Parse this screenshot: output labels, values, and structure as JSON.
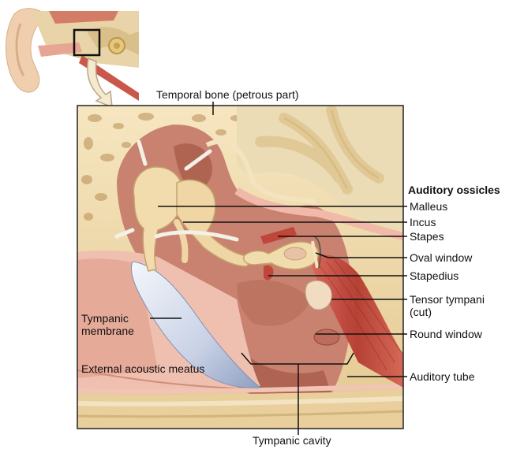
{
  "figure": {
    "labels": {
      "temporal_bone": "Temporal bone (petrous part)",
      "auditory_ossicles": "Auditory ossicles",
      "malleus": "Malleus",
      "incus": "Incus",
      "stapes": "Stapes",
      "oval_window": "Oval window",
      "stapedius": "Stapedius",
      "tensor_tympani": "Tensor tympani",
      "tensor_tympani_note": "(cut)",
      "tympanic_membrane_line1": "Tympanic",
      "tympanic_membrane_line2": "membrane",
      "round_window": "Round window",
      "external_acoustic_meatus": "External acoustic meatus",
      "auditory_tube": "Auditory tube",
      "tympanic_cavity": "Tympanic cavity"
    },
    "colors": {
      "bone": "#efd9a8",
      "bone_dark": "#d8b985",
      "cavity": "#c7826d",
      "cavity_dark": "#a95c4b",
      "muscle": "#c0453a",
      "membrane": "#b8c4dd",
      "canal_wall": "#e9b1a2",
      "leader": "#111111"
    }
  }
}
